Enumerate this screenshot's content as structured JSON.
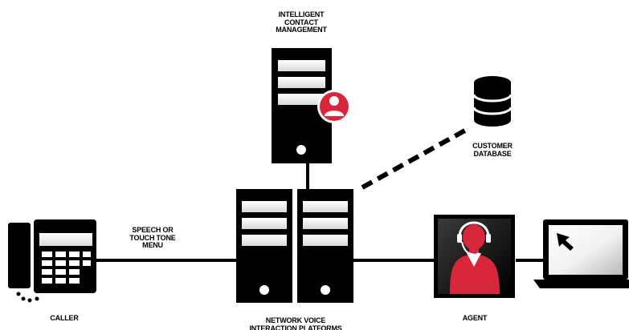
{
  "labels": {
    "icm": "INTELLIGENT\nCONTACT\nMANAGEMENT",
    "customer_db": "CUSTOMER\nDATABASE",
    "speech_menu": "SPEECH OR\nTOUCH TONE\nMENU",
    "caller": "CALLER",
    "network_voice": "NETWORK VOICE\nINTERACTION PLATFORMS",
    "agent": "AGENT"
  },
  "colors": {
    "accent": "#d8263a",
    "ink": "#000000",
    "slot": "#ffffff"
  },
  "icons": {
    "icm": "server-with-user-badge-icon",
    "db": "database-icon",
    "nvip": "server-icon",
    "caller": "desk-phone-icon",
    "agent": "headset-agent-icon",
    "laptop": "laptop-icon"
  }
}
